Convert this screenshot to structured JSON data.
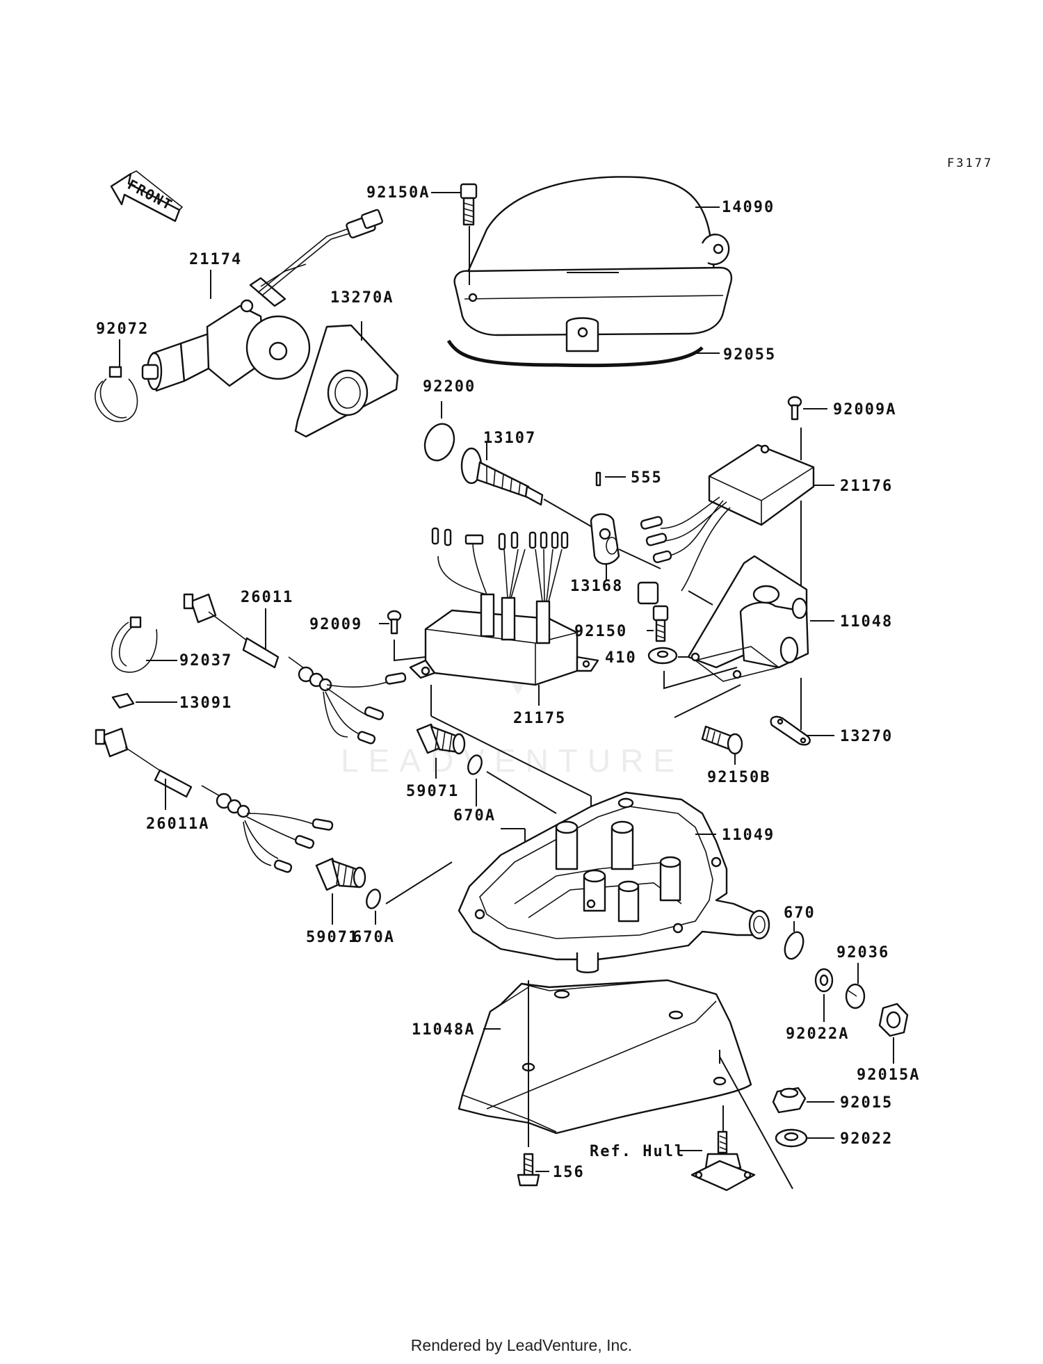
{
  "figure_code": "F3177",
  "front_label": "FRONT",
  "footer": "Rendered by LeadVenture, Inc.",
  "watermark": "LEADVENTURE",
  "labels": {
    "p92150A": "92150A",
    "p14090": "14090",
    "p21174": "21174",
    "p13270A": "13270A",
    "p92072": "92072",
    "p92055": "92055",
    "p92200": "92200",
    "p13107": "13107",
    "p92009A": "92009A",
    "p555": "555",
    "p21176": "21176",
    "p26011": "26011",
    "p92009": "92009",
    "p13168": "13168",
    "p11048": "11048",
    "p92150": "92150",
    "p92037": "92037",
    "p410": "410",
    "p13091": "13091",
    "p21175": "21175",
    "p13270": "13270",
    "p92150B": "92150B",
    "p59071a": "59071",
    "p670Aa": "670A",
    "p26011A": "26011A",
    "p11049": "11049",
    "p59071b": "59071",
    "p670Ab": "670A",
    "p670": "670",
    "p92036": "92036",
    "p11048A": "11048A",
    "p92022A": "92022A",
    "p92015A": "92015A",
    "p92015": "92015",
    "p92022": "92022",
    "pRefHull": "Ref. Hull",
    "p156": "156"
  }
}
